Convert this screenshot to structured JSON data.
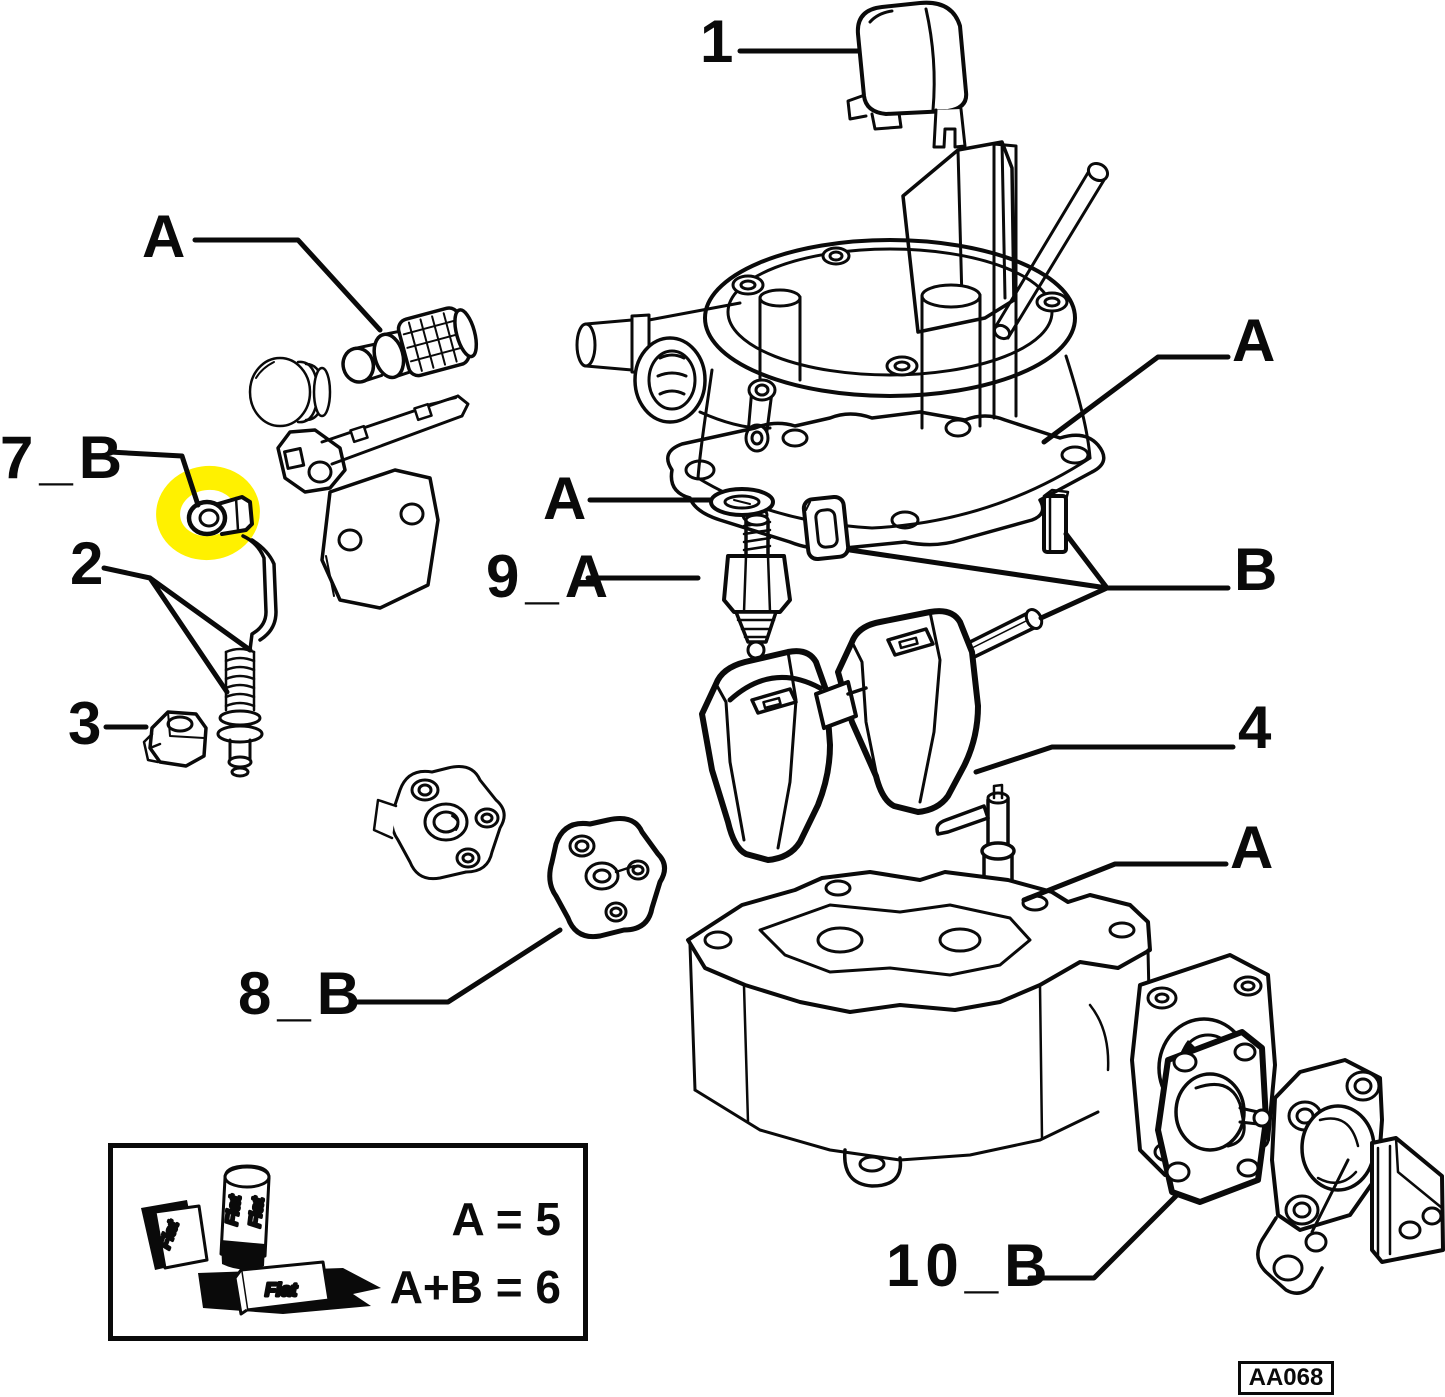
{
  "diagram": {
    "type": "exploded-parts-diagram",
    "subject": "carburetor",
    "highlight_color": "#FFF100",
    "line_color": "#0a0a0a"
  },
  "callouts": {
    "c1": "1",
    "a_filter": "A",
    "c7b": "7_B",
    "c2": "2",
    "c3": "3",
    "a_washer": "A",
    "c9a": "9_A",
    "a_gasket": "A",
    "b_group": "B",
    "c4": "4",
    "a_pump": "A",
    "c8b": "8_B",
    "c10b": "10_B"
  },
  "legend": {
    "row1": "A = 5",
    "row2": "A+B = 6",
    "brand": "Fiat"
  },
  "footer_code": "AA068"
}
